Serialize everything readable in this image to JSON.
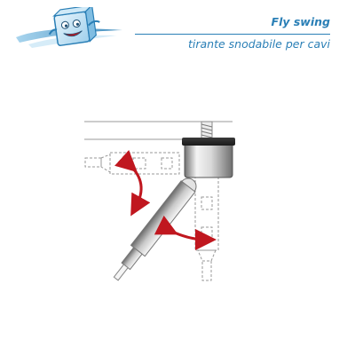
{
  "header": {
    "title": "Fly swing",
    "subtitle": "tirante snodabile per cavi"
  },
  "logo": {
    "icon": "smiling-cube-mascot-icon"
  },
  "diagram": {
    "subject": "swivel cable hanger",
    "colors": {
      "accent": "#c0171f",
      "outline": "#8c8c8c",
      "metal_light": "#f2f2f2",
      "metal_dark": "#7d7d7d"
    }
  }
}
